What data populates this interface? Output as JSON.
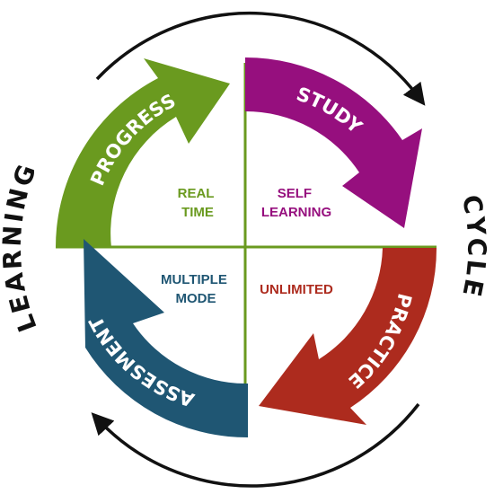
{
  "outer_labels": {
    "left": "LEARNING",
    "right": "CYCLE"
  },
  "segments": [
    {
      "id": "progress",
      "label": "PROGRESS",
      "color": "#6a9a1f",
      "inner": [
        "REAL",
        "TIME"
      ]
    },
    {
      "id": "study",
      "label": "STUDY",
      "color": "#960f7e",
      "inner": [
        "SELF",
        "LEARNING"
      ]
    },
    {
      "id": "practice",
      "label": "PRACTICE",
      "color": "#ad2b1e",
      "inner": [
        "UNLIMITED"
      ]
    },
    {
      "id": "assesment",
      "label": "ASSESMENT",
      "color": "#1f5673",
      "inner": [
        "MULTIPLE",
        "MODE"
      ]
    }
  ],
  "divider_color": "#6a9a1f",
  "cycle_arrow_color": "#111111"
}
